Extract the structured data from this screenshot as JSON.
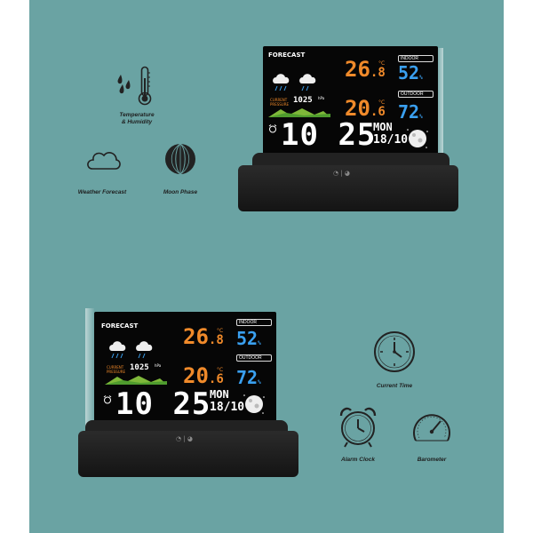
{
  "features": {
    "temp_humidity": "Temperature\n& Humidity",
    "weather_forecast": "Weather Forecast",
    "moon_phase": "Moon Phase",
    "current_time": "Current Time",
    "alarm_clock": "Alarm Clock",
    "barometer": "Barometer"
  },
  "display": {
    "forecast_label": "FORECAST",
    "indoor_label": "INDOOR",
    "outdoor_label": "OUTDOOR",
    "indoor_temp_int": "26",
    "indoor_temp_dec": ".8",
    "temp_unit": "°C",
    "indoor_humidity": "52",
    "outdoor_temp_int": "20",
    "outdoor_temp_dec": ".6",
    "outdoor_humidity": "72",
    "humidity_unit": "%",
    "pressure_label": "CURRENT PRESSURE",
    "pressure_value": "1025",
    "pressure_unit": "hPa",
    "time_hours": "10",
    "time_minutes": "25",
    "weekday": "MON",
    "date": "18/10"
  },
  "colors": {
    "background": "#6aa3a3",
    "temp_orange": "#f08a2a",
    "humidity_blue": "#3aa0f0",
    "screen": "#060606"
  }
}
